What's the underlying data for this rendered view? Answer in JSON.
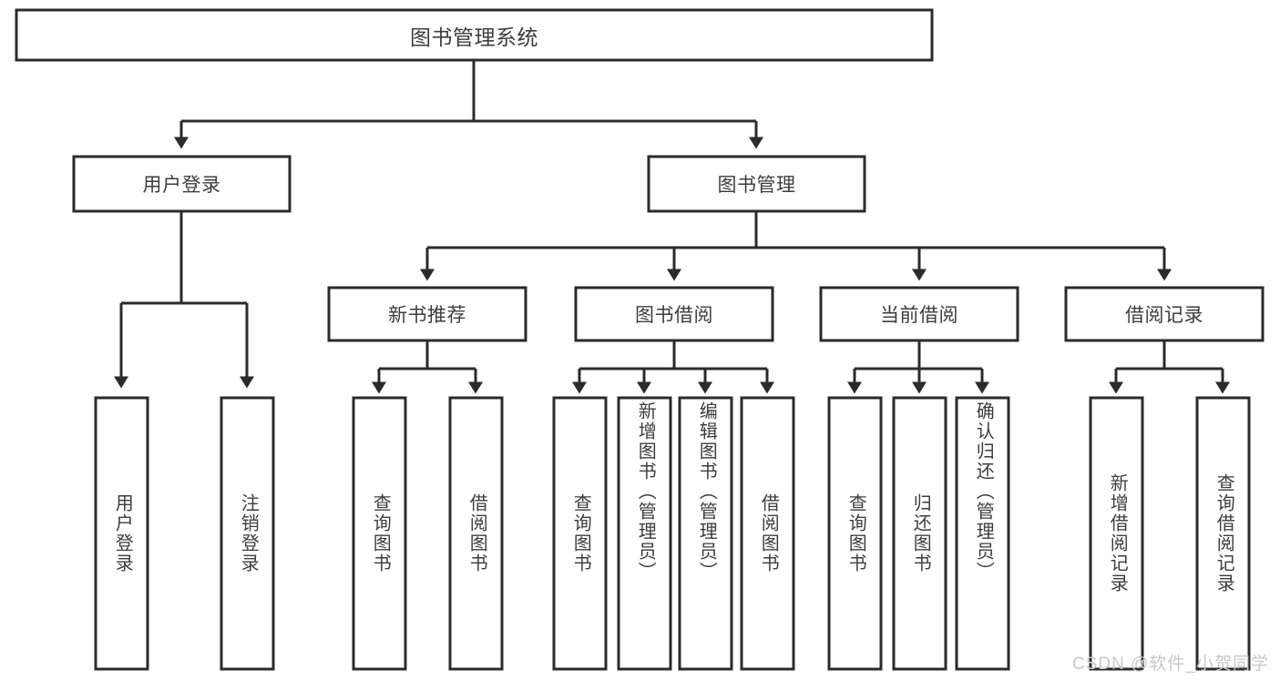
{
  "diagram": {
    "title": "图书管理系统",
    "type": "tree",
    "watermark": "CSDN @软件_小贺同学",
    "colors": {
      "box_stroke": "#2b2b2b",
      "box_fill": "#ffffff",
      "text": "#3d3d3d",
      "background": "#ffffff",
      "watermark": "#c8c8c8"
    },
    "levels": {
      "root": "图书管理系统",
      "level1": [
        "用户登录",
        "图书管理"
      ],
      "level2": [
        "新书推荐",
        "图书借阅",
        "当前借阅",
        "借阅记录"
      ]
    },
    "nodes": {
      "root": {
        "label": "图书管理系统",
        "orientation": "horizontal"
      },
      "user_login": {
        "label": "用户登录",
        "orientation": "horizontal"
      },
      "book_manage": {
        "label": "图书管理",
        "orientation": "horizontal"
      },
      "new_book_rec": {
        "label": "新书推荐",
        "orientation": "horizontal"
      },
      "book_borrow": {
        "label": "图书借阅",
        "orientation": "horizontal"
      },
      "current_borrow": {
        "label": "当前借阅",
        "orientation": "horizontal"
      },
      "borrow_record": {
        "label": "借阅记录",
        "orientation": "horizontal"
      },
      "leaf_user_login": {
        "label": "用户登录",
        "orientation": "vertical"
      },
      "leaf_user_logout": {
        "label": "注销登录",
        "orientation": "vertical"
      },
      "leaf_query_book_rec": {
        "label": "查询图书",
        "orientation": "vertical"
      },
      "leaf_borrow_book_rec": {
        "label": "借阅图书",
        "orientation": "vertical"
      },
      "leaf_query_book_borrow": {
        "label": "查询图书",
        "orientation": "vertical"
      },
      "leaf_add_book": {
        "label": "新增图书（管理员）",
        "orientation": "vertical"
      },
      "leaf_edit_book": {
        "label": "编辑图书（管理员）",
        "orientation": "vertical"
      },
      "leaf_borrow_book": {
        "label": "借阅图书",
        "orientation": "vertical"
      },
      "leaf_query_book_current": {
        "label": "查询图书",
        "orientation": "vertical"
      },
      "leaf_return_book": {
        "label": "归还图书",
        "orientation": "vertical"
      },
      "leaf_confirm_return": {
        "label": "确认归还（管理员）",
        "orientation": "vertical"
      },
      "leaf_add_record": {
        "label": "新增借阅记录",
        "orientation": "vertical"
      },
      "leaf_query_record": {
        "label": "查询借阅记录",
        "orientation": "vertical"
      }
    },
    "branches": [
      {
        "parent": "图书管理系统",
        "children": [
          "用户登录",
          "图书管理"
        ]
      },
      {
        "parent": "用户登录",
        "children": [
          "用户登录",
          "注销登录"
        ]
      },
      {
        "parent": "图书管理",
        "children": [
          "新书推荐",
          "图书借阅",
          "当前借阅",
          "借阅记录"
        ]
      },
      {
        "parent": "新书推荐",
        "children": [
          "查询图书",
          "借阅图书"
        ]
      },
      {
        "parent": "图书借阅",
        "children": [
          "查询图书",
          "新增图书（管理员）",
          "编辑图书（管理员）",
          "借阅图书"
        ]
      },
      {
        "parent": "当前借阅",
        "children": [
          "查询图书",
          "归还图书",
          "确认归还（管理员）"
        ]
      },
      {
        "parent": "借阅记录",
        "children": [
          "新增借阅记录",
          "查询借阅记录"
        ]
      }
    ]
  }
}
